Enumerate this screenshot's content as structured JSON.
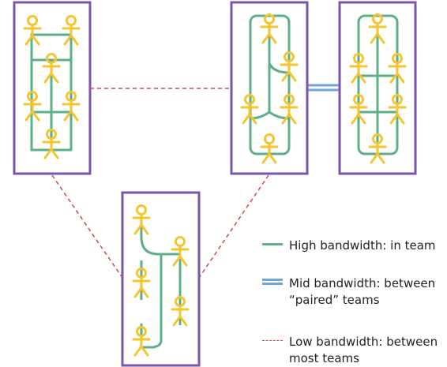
{
  "colors": {
    "team_border": "#7a55a8",
    "person": "#f3c62f",
    "high": "#5cb087",
    "mid": "#72a6d6",
    "low": "#d04848"
  },
  "icons": {
    "person": "person-stick-figure-icon"
  },
  "legend": {
    "high": {
      "line1": "High bandwidth: in team",
      "line2": ""
    },
    "mid": {
      "line1": "Mid bandwidth: between",
      "line2": "“paired” teams"
    },
    "low": {
      "line1": "Low bandwidth: between",
      "line2": "most teams"
    }
  }
}
